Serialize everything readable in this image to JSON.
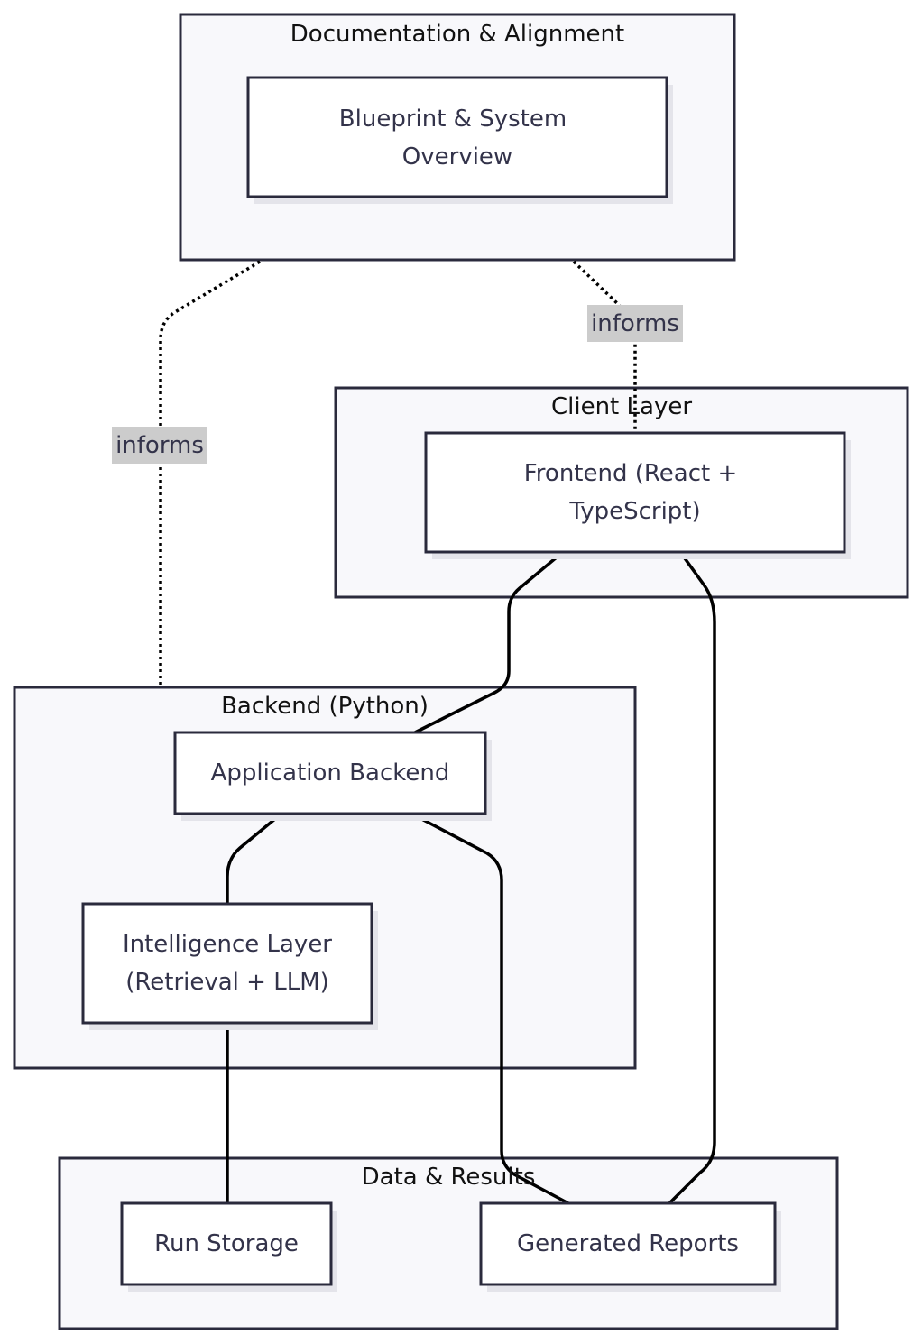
{
  "clusters": {
    "docs": {
      "label": "Documentation & Alignment"
    },
    "client": {
      "label": "Client Layer"
    },
    "backend": {
      "label": "Backend (Python)"
    },
    "data": {
      "label": "Data & Results"
    }
  },
  "nodes": {
    "blueprint": {
      "line1": "Blueprint & System",
      "line2": "Overview"
    },
    "frontend": {
      "line1": "Frontend (React +",
      "line2": "TypeScript)"
    },
    "app_backend": {
      "label": "Application Backend"
    },
    "intelligence": {
      "line1": "Intelligence Layer",
      "line2": "(Retrieval + LLM)"
    },
    "run_storage": {
      "label": "Run Storage"
    },
    "reports": {
      "label": "Generated Reports"
    }
  },
  "edges": {
    "docs_to_client": {
      "label": "informs",
      "style": "dotted"
    },
    "docs_to_backend": {
      "label": "informs",
      "style": "dotted"
    }
  }
}
